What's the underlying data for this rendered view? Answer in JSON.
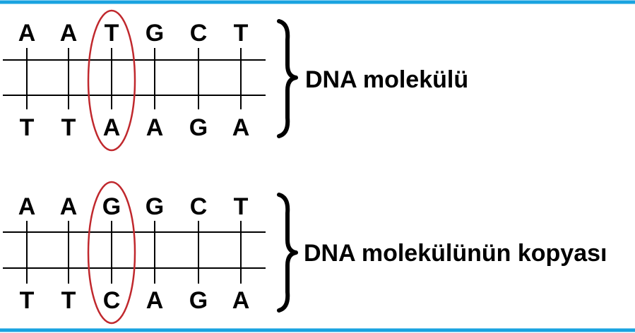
{
  "molecules": [
    {
      "top_strand": [
        "A",
        "A",
        "T",
        "G",
        "C",
        "T"
      ],
      "bottom_strand": [
        "T",
        "T",
        "A",
        "A",
        "G",
        "A"
      ],
      "caption": "DNA molekülü",
      "highlighted_pair_index": 2
    },
    {
      "top_strand": [
        "A",
        "A",
        "G",
        "G",
        "C",
        "T"
      ],
      "bottom_strand": [
        "T",
        "T",
        "C",
        "A",
        "G",
        "A"
      ],
      "caption": "DNA molekülünün kopyası",
      "highlighted_pair_index": 2
    }
  ],
  "colors": {
    "frame": "#1aa3e0",
    "highlight": "#c0282d",
    "ink": "#000000"
  }
}
